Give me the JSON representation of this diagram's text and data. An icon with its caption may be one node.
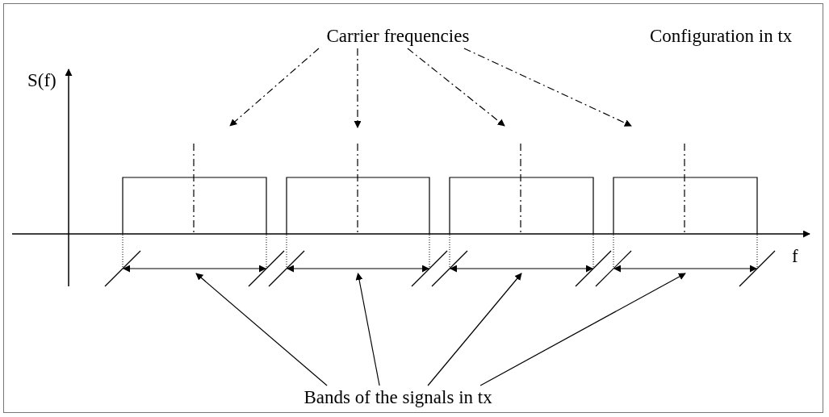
{
  "diagram": {
    "nodes": [
      {
        "text": [
          "Carrier frequencies"
        ]
      },
      {
        "text": [],
        "shape": "line"
      },
      {
        "text": [],
        "shape": "line"
      },
      {
        "text": [],
        "shape": "line"
      },
      {
        "text": [],
        "shape": "line"
      },
      {
        "text": [],
        "shape": "line"
      },
      {
        "text": [],
        "shape": "line"
      },
      {
        "text": [],
        "shape": "line"
      },
      {
        "text": [],
        "shape": "line"
      },
      {
        "text": [
          "Bands of the signals in tx"
        ]
      }
    ],
    "edges": [
      {
        "from": 0,
        "to": 1,
        "arrow": "to",
        "style": "dashed"
      },
      {
        "from": 0,
        "to": 2,
        "arrow": "to",
        "style": "dashed"
      },
      {
        "from": 0,
        "to": 3,
        "arrow": "to",
        "style": "dashed"
      },
      {
        "from": 0,
        "to": 4,
        "arrow": "to",
        "style": "dashed"
      },
      {
        "from": 9,
        "to": 5,
        "arrow": "to"
      },
      {
        "from": 9,
        "to": 6,
        "arrow": "to"
      },
      {
        "from": 9,
        "to": 7,
        "arrow": "to"
      },
      {
        "from": 9,
        "to": 8,
        "arrow": "to"
      }
    ],
    "labels": [
      "S(f)",
      "Configuration in tx",
      "f"
    ]
  }
}
